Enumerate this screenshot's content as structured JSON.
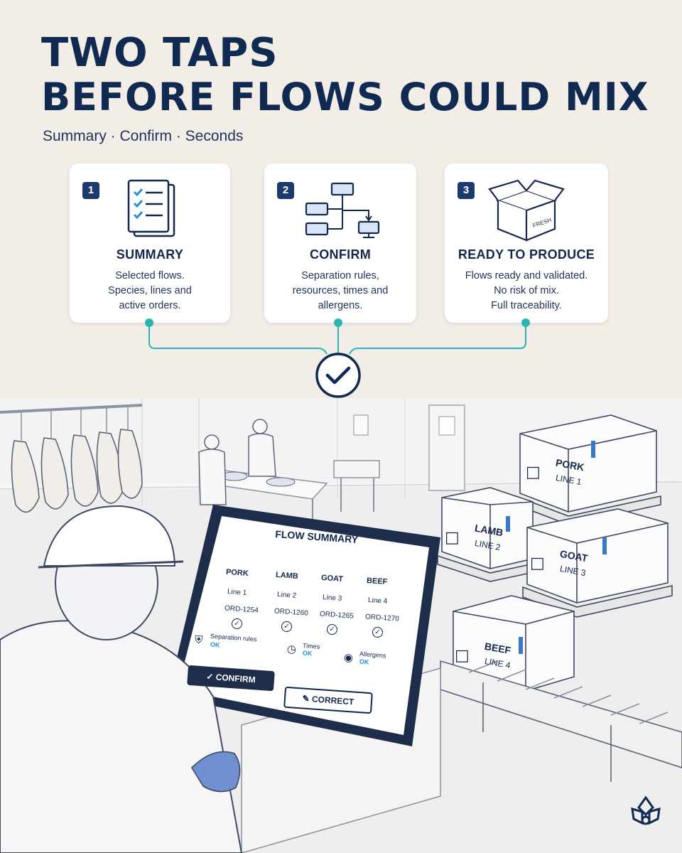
{
  "header": {
    "title_line1": "TWO TAPS",
    "title_line2": "BEFORE FLOWS COULD MIX",
    "subtitle": "Summary · Confirm · Seconds"
  },
  "steps": [
    {
      "number": "1",
      "title": "SUMMARY",
      "desc_lines": [
        "Selected flows.",
        "Species, lines and",
        "active orders."
      ],
      "icon": "checklist-icon"
    },
    {
      "number": "2",
      "title": "CONFIRM",
      "desc_lines": [
        "Separation rules,",
        "resources, times and",
        "allergens."
      ],
      "icon": "flowchart-icon"
    },
    {
      "number": "3",
      "title": "READY TO PRODUCE",
      "desc_lines": [
        "Flows ready and validated.",
        "No risk of mix.",
        "Full traceability."
      ],
      "icon": "open-box-icon"
    }
  ],
  "tablet": {
    "title": "FLOW SUMMARY",
    "flows": [
      {
        "species": "PORK",
        "line": "Line 1",
        "order": "ORD-1254"
      },
      {
        "species": "LAMB",
        "line": "Line 2",
        "order": "ORD-1260"
      },
      {
        "species": "GOAT",
        "line": "Line 3",
        "order": "ORD-1265"
      },
      {
        "species": "BEEF",
        "line": "Line 4",
        "order": "ORD-1270"
      }
    ],
    "checks": [
      {
        "label": "Separation rules",
        "status": "OK",
        "icon": "shield-check-icon"
      },
      {
        "label": "Times",
        "status": "OK",
        "icon": "clock-icon"
      },
      {
        "label": "Allergens",
        "status": "OK",
        "icon": "drop-icon"
      }
    ],
    "confirm_label": "CONFIRM",
    "correct_label": "CORRECT"
  },
  "boxes": [
    {
      "species": "PORK",
      "line": "LINE 1"
    },
    {
      "species": "LAMB",
      "line": "LINE 2"
    },
    {
      "species": "GOAT",
      "line": "LINE 3"
    },
    {
      "species": "BEEF",
      "line": "LINE 4"
    }
  ],
  "box_stamp": "FRESH",
  "colors": {
    "navy": "#102a52",
    "teal": "#2bb3b1",
    "background": "#f2ede6",
    "glove_blue": "#6f8fcf"
  }
}
